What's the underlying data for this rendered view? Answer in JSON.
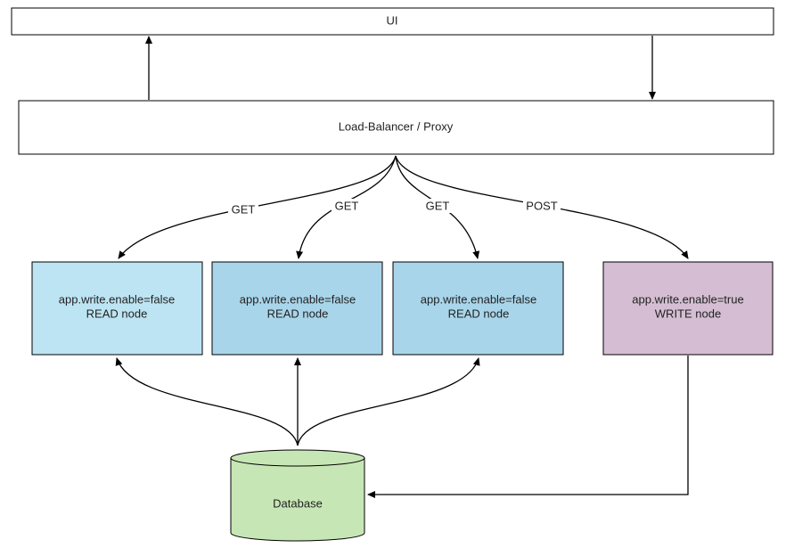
{
  "diagram": {
    "ui": {
      "label": "UI"
    },
    "proxy": {
      "label": "Load-Balancer / Proxy"
    },
    "nodes": [
      {
        "line1": "app.write.enable=false",
        "line2": "READ node",
        "fill": "#bde4f3"
      },
      {
        "line1": "app.write.enable=false",
        "line2": "READ node",
        "fill": "#a8d5ea"
      },
      {
        "line1": "app.write.enable=false",
        "line2": "READ node",
        "fill": "#a8d5ea"
      },
      {
        "line1": "app.write.enable=true",
        "line2": "WRITE node",
        "fill": "#d5bed3"
      }
    ],
    "edge_labels": [
      "GET",
      "GET",
      "GET",
      "POST"
    ],
    "database": {
      "label": "Database",
      "fill": "#c7e6b5"
    }
  }
}
